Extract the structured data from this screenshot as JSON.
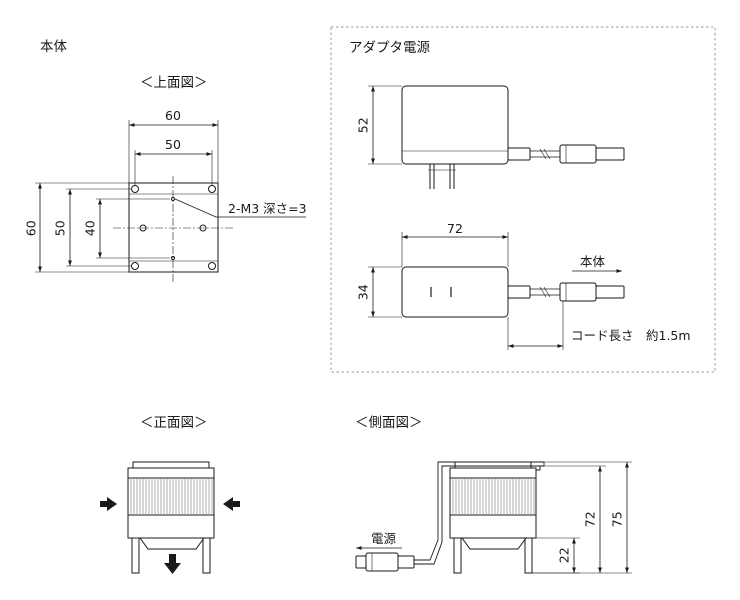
{
  "labels": {
    "main_body": "本体",
    "top_view": "＜上面図＞",
    "front_view": "＜正面図＞",
    "side_view": "＜側面図＞",
    "adapter": "アダプタ電源",
    "hole_spec": "2-M3 深さ=3",
    "to_body": "本体",
    "cord_length": "コード長さ　約1.5m",
    "power": "電源"
  },
  "dims": {
    "top_w60": "60",
    "top_w50": "50",
    "top_h60": "60",
    "top_h50": "50",
    "top_h40": "40",
    "adapter_h52": "52",
    "adapter_w72": "72",
    "adapter_h34": "34",
    "side_h72": "72",
    "side_h75": "75",
    "side_h22": "22"
  },
  "colors": {
    "line": "#1a1a1a",
    "dashed_frame": "#9a9a9a",
    "fin": "#9a9a9a"
  }
}
